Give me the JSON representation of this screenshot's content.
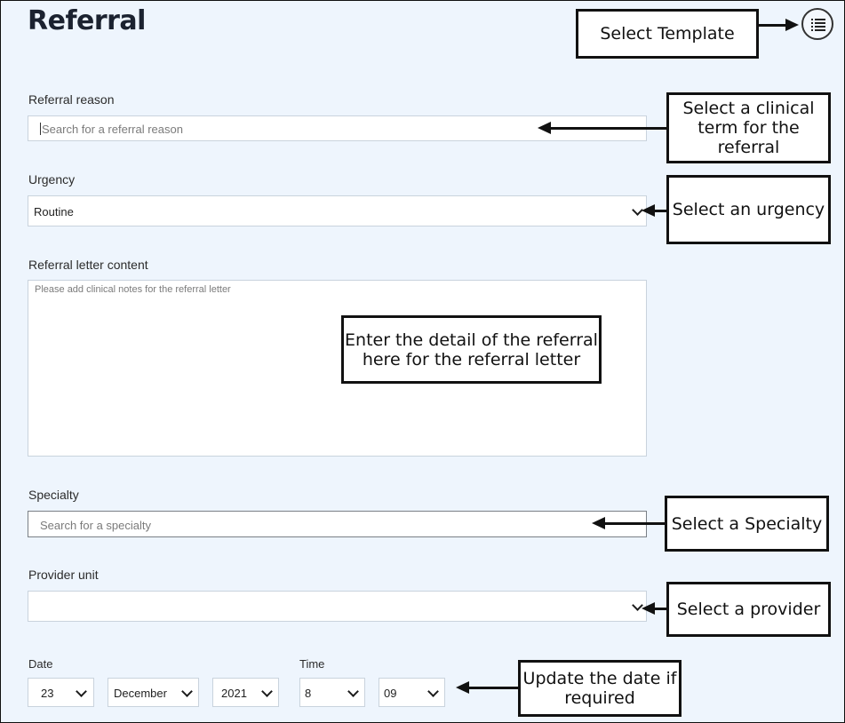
{
  "page": {
    "title": "Referral"
  },
  "referral_reason": {
    "label": "Referral reason",
    "placeholder": "Search for a referral reason"
  },
  "urgency": {
    "label": "Urgency",
    "value": "Routine"
  },
  "letter": {
    "label": "Referral letter content",
    "placeholder": "Please add clinical notes for the referral letter"
  },
  "specialty": {
    "label": "Specialty",
    "placeholder": "Search for a specialty"
  },
  "provider": {
    "label": "Provider unit",
    "value": ""
  },
  "date": {
    "label": "Date",
    "day": "23",
    "month": "December",
    "year": "2021"
  },
  "time": {
    "label": "Time",
    "hour": "8",
    "minute": "09"
  },
  "callouts": {
    "template": "Select Template",
    "reason": "Select a clinical term for the referral",
    "urgency": "Select an urgency",
    "letter": "Enter the detail of the referral here for the referral letter",
    "specialty": "Select a Specialty",
    "provider": "Select a provider",
    "date": "Update the date if required"
  },
  "icons": {
    "template_button": "list-icon",
    "dropdown": "chevron-down-icon"
  }
}
